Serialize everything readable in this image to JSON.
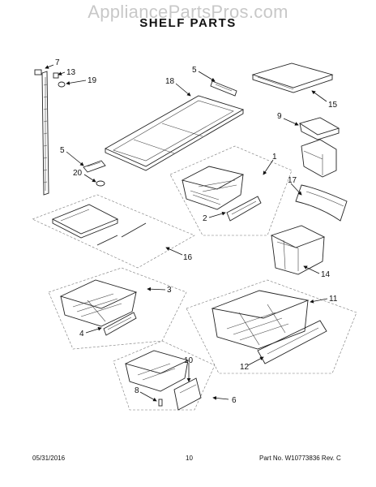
{
  "header": {
    "watermark": "AppliancePartsPros.com",
    "title": "SHELF PARTS"
  },
  "callouts": [
    "1",
    "2",
    "3",
    "4",
    "5",
    "5",
    "6",
    "7",
    "8",
    "9",
    "10",
    "11",
    "12",
    "13",
    "14",
    "15",
    "16",
    "17",
    "18",
    "19",
    "20"
  ],
  "footer": {
    "date": "05/31/2016",
    "page": "10",
    "part_rev": "Part No.  W10773836  Rev.  C"
  }
}
